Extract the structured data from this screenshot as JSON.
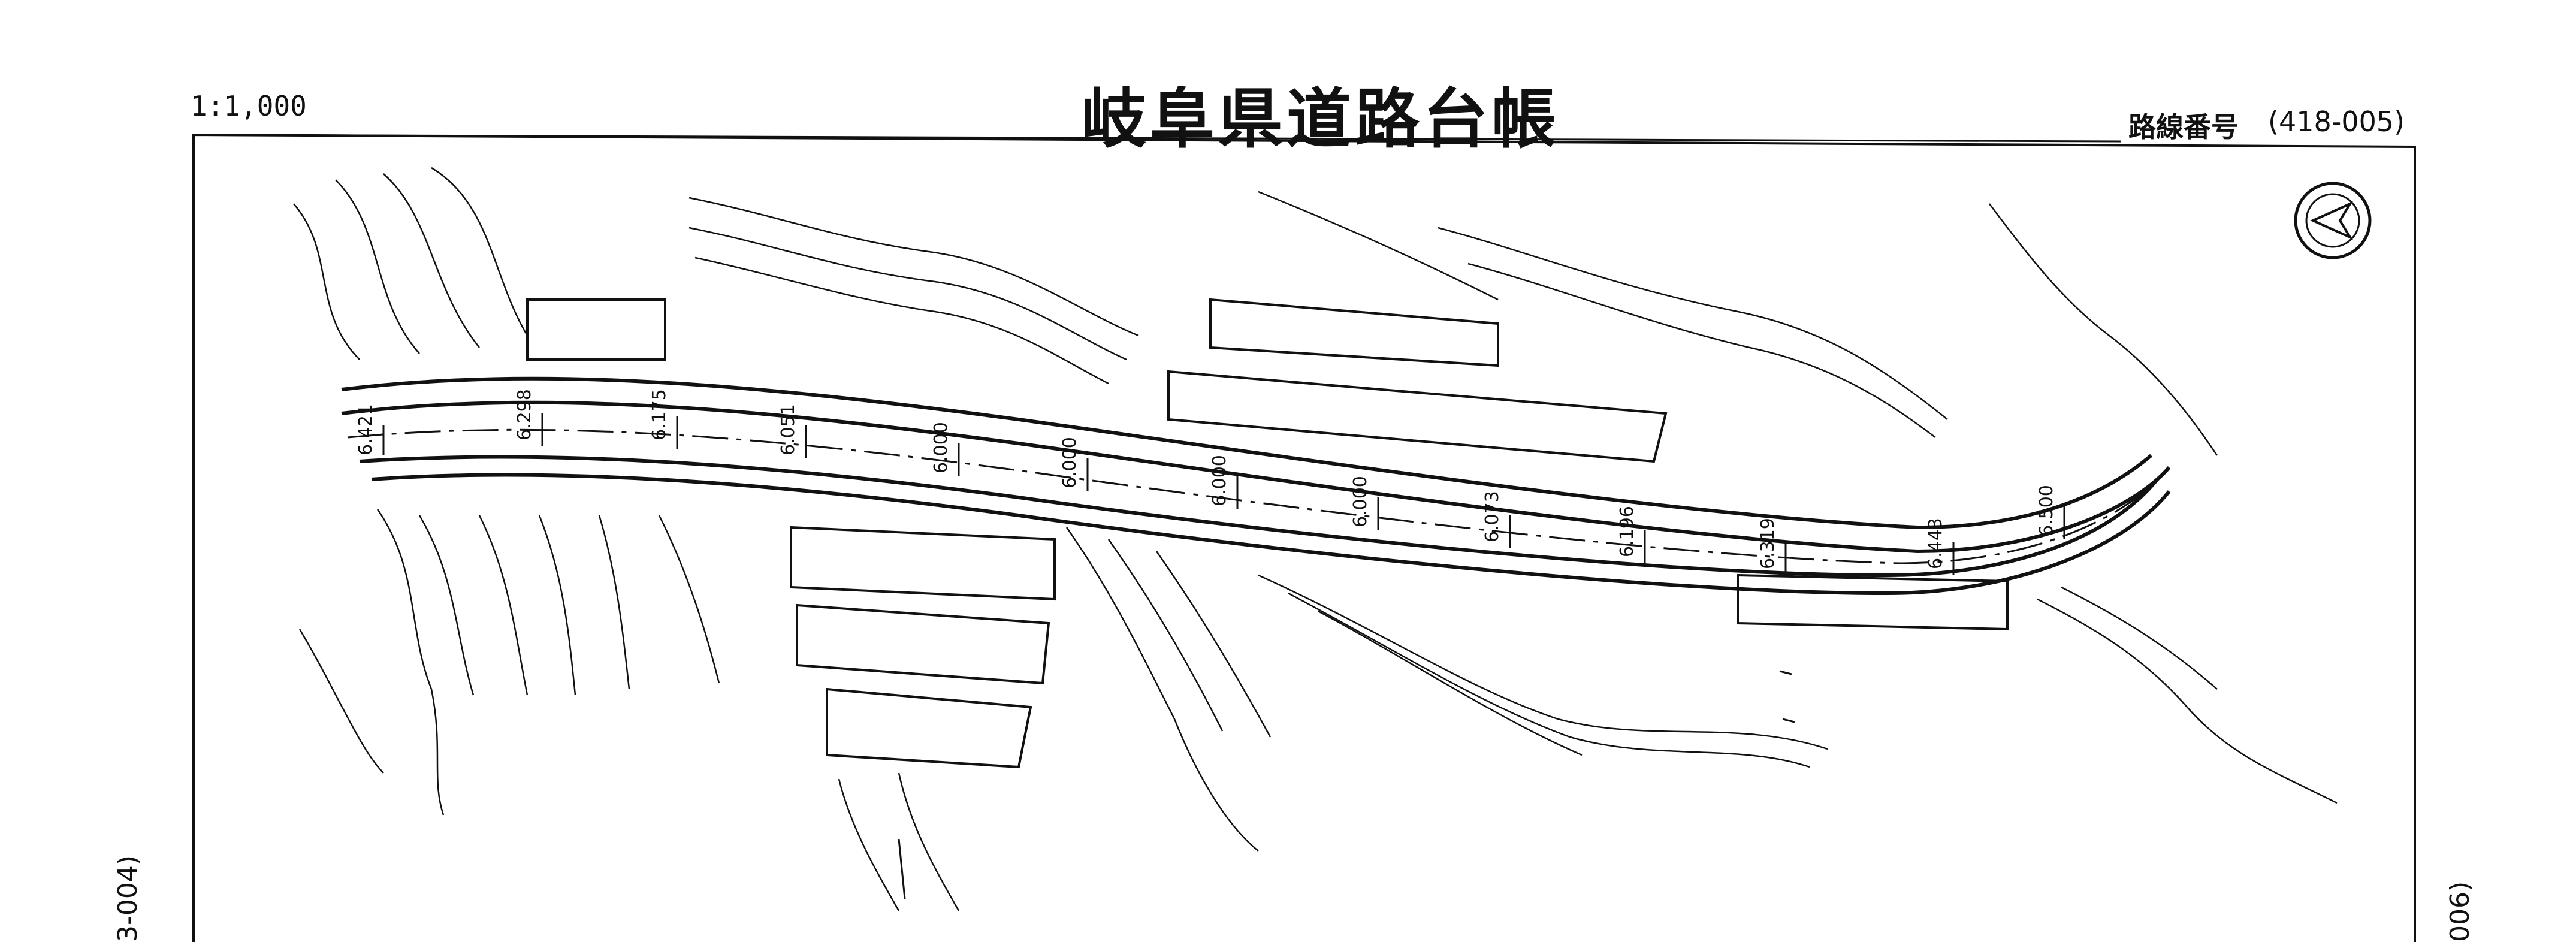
{
  "header": {
    "scale": "1:1,000",
    "title": "岐阜県道路台帳",
    "route_label": "路線番号",
    "route_number": "(418-005)"
  },
  "side_refs": {
    "left": "3-004)",
    "right": "006)"
  },
  "map": {
    "width_labels": [
      "6.421",
      "6.298",
      "6.175",
      "6.051",
      "6.000",
      "6.000",
      "6.000",
      "6.000",
      "6.073",
      "6.196",
      "6.319",
      "6.443",
      "6.500"
    ],
    "north_arrow_icon": "north-arrow-icon",
    "line_color": "#111111"
  }
}
